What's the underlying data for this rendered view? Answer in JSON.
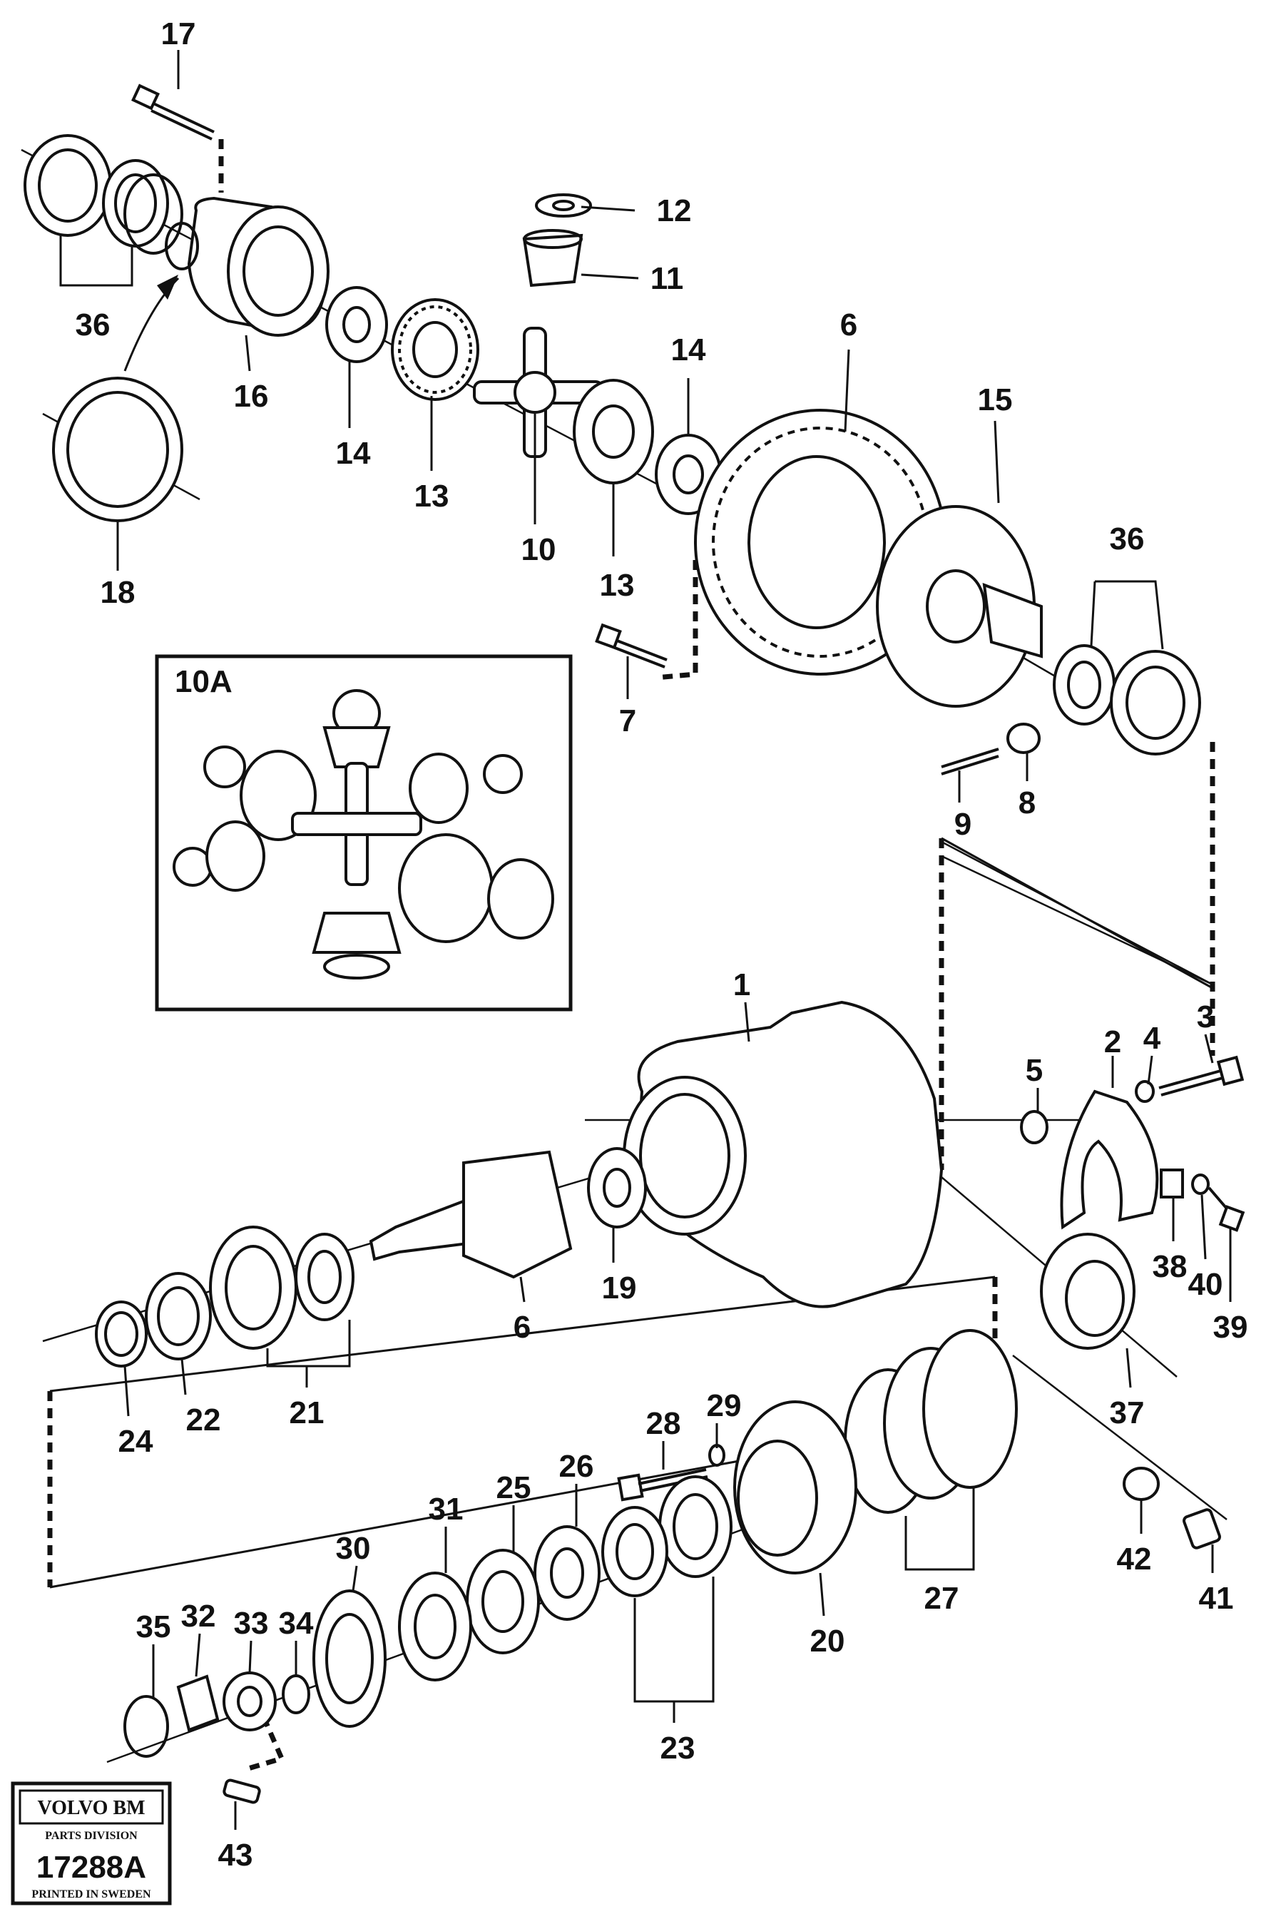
{
  "labels": [
    {
      "id": "17",
      "text": "17"
    },
    {
      "id": "12",
      "text": "12"
    },
    {
      "id": "11",
      "text": "11"
    },
    {
      "id": "36a",
      "text": "36"
    },
    {
      "id": "16",
      "text": "16"
    },
    {
      "id": "14a",
      "text": "14"
    },
    {
      "id": "13a",
      "text": "13"
    },
    {
      "id": "10",
      "text": "10"
    },
    {
      "id": "13b",
      "text": "13"
    },
    {
      "id": "14b",
      "text": "14"
    },
    {
      "id": "6a",
      "text": "6"
    },
    {
      "id": "15",
      "text": "15"
    },
    {
      "id": "36b",
      "text": "36"
    },
    {
      "id": "18",
      "text": "18"
    },
    {
      "id": "7",
      "text": "7"
    },
    {
      "id": "9",
      "text": "9"
    },
    {
      "id": "8",
      "text": "8"
    },
    {
      "id": "1",
      "text": "1"
    },
    {
      "id": "2",
      "text": "2"
    },
    {
      "id": "4",
      "text": "4"
    },
    {
      "id": "3",
      "text": "3"
    },
    {
      "id": "5",
      "text": "5"
    },
    {
      "id": "38",
      "text": "38"
    },
    {
      "id": "40",
      "text": "40"
    },
    {
      "id": "39",
      "text": "39"
    },
    {
      "id": "19",
      "text": "19"
    },
    {
      "id": "6b",
      "text": "6"
    },
    {
      "id": "24",
      "text": "24"
    },
    {
      "id": "22",
      "text": "22"
    },
    {
      "id": "21",
      "text": "21"
    },
    {
      "id": "37",
      "text": "37"
    },
    {
      "id": "28",
      "text": "28"
    },
    {
      "id": "29",
      "text": "29"
    },
    {
      "id": "31",
      "text": "31"
    },
    {
      "id": "25",
      "text": "25"
    },
    {
      "id": "26",
      "text": "26"
    },
    {
      "id": "30",
      "text": "30"
    },
    {
      "id": "27",
      "text": "27"
    },
    {
      "id": "20",
      "text": "20"
    },
    {
      "id": "42",
      "text": "42"
    },
    {
      "id": "41",
      "text": "41"
    },
    {
      "id": "35",
      "text": "35"
    },
    {
      "id": "32",
      "text": "32"
    },
    {
      "id": "33",
      "text": "33"
    },
    {
      "id": "34",
      "text": "34"
    },
    {
      "id": "23",
      "text": "23"
    },
    {
      "id": "43",
      "text": "43"
    }
  ],
  "inset": {
    "title": "10A"
  },
  "stamp": {
    "brand": "VOLVO BM",
    "division": "PARTS DIVISION",
    "number": "17288A",
    "origin": "PRINTED IN SWEDEN"
  }
}
